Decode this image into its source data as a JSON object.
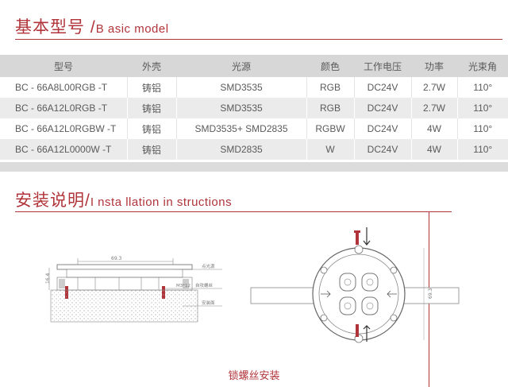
{
  "basic": {
    "title_cn": "基本型号",
    "slash": "/",
    "title_en": "B asic model"
  },
  "table": {
    "headers": [
      "型号",
      "外壳",
      "光源",
      "颜色",
      "工作电压",
      "功率",
      "光束角"
    ],
    "rows": [
      [
        "BC - 66A8L00RGB -T",
        "铸铝",
        "SMD3535",
        "RGB",
        "DC24V",
        "2.7W",
        "110°"
      ],
      [
        "BC - 66A12L0RGB -T",
        "铸铝",
        "SMD3535",
        "RGB",
        "DC24V",
        "2.7W",
        "110°"
      ],
      [
        "BC - 66A12L0RGBW -T",
        "铸铝",
        "SMD3535+  SMD2835",
        "RGBW",
        "DC24V",
        "4W",
        "110°"
      ],
      [
        "BC - 66A12L0000W -T",
        "铸铝",
        "SMD2835",
        "W",
        "DC24V",
        "4W",
        "110°"
      ]
    ]
  },
  "install": {
    "title_cn": "安装说明",
    "slash": "/",
    "title_en": "I nsta  llation  in structions"
  },
  "drawing": {
    "width_dim": "69.3",
    "height_dim": "16.4",
    "label_light": "点光源",
    "label_screw_size": "M3*12",
    "label_screw": "自攻螺丝",
    "label_surface": "安装面",
    "front_dim": "69.3"
  },
  "caption": "锁螺丝安装",
  "colors": {
    "accent": "#b0343a",
    "header_bg": "#d7d7d7",
    "row_alt": "#ebebeb"
  }
}
